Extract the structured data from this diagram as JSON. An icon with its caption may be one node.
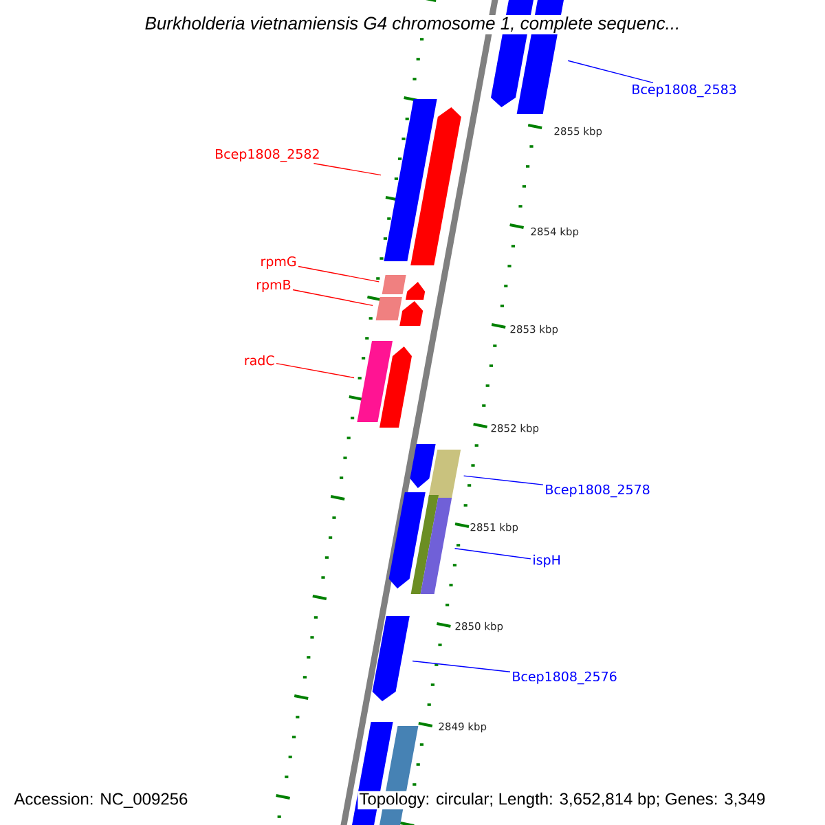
{
  "diagram": {
    "title": "Burkholderia vietnamiensis G4 chromosome 1, complete sequenc...",
    "nodes": [
      {
        "text": [],
        "shape": "arrow"
      },
      {
        "text": [],
        "shape": "bar"
      },
      {
        "text": [
          "Bcep1808_2583"
        ]
      },
      {
        "text": [],
        "shape": "bar"
      },
      {
        "text": [
          "Bcep1808_2582"
        ]
      },
      {
        "text": [],
        "shape": "arrow"
      },
      {
        "text": [
          "rpmG"
        ]
      },
      {
        "text": [],
        "shape": "bar"
      },
      {
        "text": [],
        "shape": "arrow"
      },
      {
        "text": [
          "rpmB"
        ]
      },
      {
        "text": [],
        "shape": "bar"
      },
      {
        "text": [],
        "shape": "arrow"
      },
      {
        "text": [],
        "shape": "bar"
      },
      {
        "text": [
          "radC"
        ]
      },
      {
        "text": [],
        "shape": "arrow"
      },
      {
        "text": [],
        "shape": "arrow"
      },
      {
        "text": [],
        "shape": "bar"
      },
      {
        "text": [
          "Bcep1808_2578"
        ]
      },
      {
        "text": [],
        "shape": "arrow"
      },
      {
        "text": [],
        "shape": "bar"
      },
      {
        "text": [],
        "shape": "bar"
      },
      {
        "text": [
          "ispH"
        ]
      },
      {
        "text": [],
        "shape": "arrow"
      },
      {
        "text": [
          "Bcep1808_2576"
        ]
      },
      {
        "text": [],
        "shape": "bar"
      },
      {
        "text": [],
        "shape": "bar"
      }
    ],
    "edges": [
      {
        "from": 2,
        "to": 1,
        "arrow": "none",
        "color": "#0000ff"
      },
      {
        "from": 4,
        "to": 3,
        "arrow": "none",
        "color": "#ff0000"
      },
      {
        "from": 6,
        "to": 7,
        "arrow": "none",
        "color": "#ff0000"
      },
      {
        "from": 9,
        "to": 10,
        "arrow": "none",
        "color": "#ff0000"
      },
      {
        "from": 13,
        "to": 12,
        "arrow": "none",
        "color": "#ff0000"
      },
      {
        "from": 17,
        "to": 16,
        "arrow": "none",
        "color": "#0000ff"
      },
      {
        "from": 21,
        "to": 20,
        "arrow": "none",
        "color": "#0000ff"
      },
      {
        "from": 23,
        "to": 22,
        "arrow": "none",
        "color": "#0000ff"
      }
    ],
    "labels": [
      "2855 kbp",
      "2854 kbp",
      "2853 kbp",
      "2852 kbp",
      "2851 kbp",
      "2850 kbp",
      "2849 kbp",
      "Accession: NC_009256",
      "Topology: circular; Length: 3,652,814 bp; Genes: 3,349"
    ]
  }
}
